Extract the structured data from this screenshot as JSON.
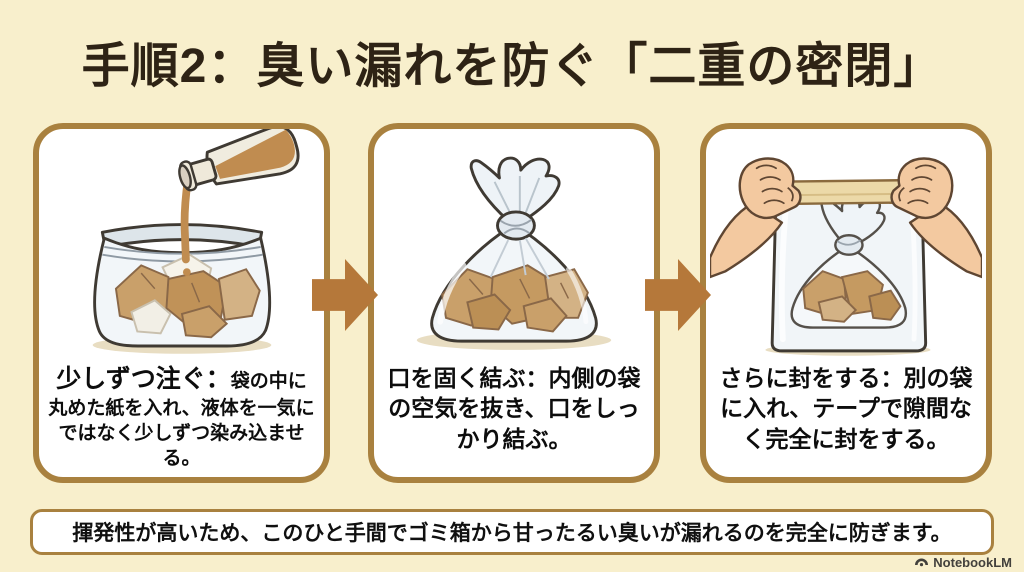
{
  "title": "手順2：臭い漏れを防ぐ「二重の密閉」",
  "colors": {
    "background": "#f8efcc",
    "panel_border": "#a9813f",
    "panel_background": "#ffffff",
    "arrow": "#b5783a",
    "title_text": "#2e2315",
    "caption_text": "#0d0d0d",
    "paper_brown": "#c9a06a",
    "liquid_brown": "#c08c50",
    "skin": "#f3c9a0",
    "tape": "#ecd9a8"
  },
  "steps": [
    {
      "illustration": "bottle-pouring-liquid-into-ziplock-bag-with-crumpled-paper",
      "lead": "少しずつ注ぐ：",
      "body": "袋の中に丸めた紙を入れ、液体を一気にではなく少しずつ染み込ませる。"
    },
    {
      "illustration": "inner-bag-tied-with-tight-knot",
      "lead": "口を固く結ぶ：",
      "body": "内側の袋の空気を抜き、口をしっかり結ぶ。"
    },
    {
      "illustration": "hands-sealing-outer-bag-with-tape",
      "lead": "さらに封をする：",
      "body": "別の袋に入れ、テープで隙間なく完全に封をする。"
    }
  ],
  "footer": {
    "note": "揮発性が高いため、このひと手間でゴミ箱から甘ったるい臭いが漏れるのを完全に防ぎます。"
  },
  "watermark": {
    "label": "NotebookLM",
    "icon": "notebooklm-logo"
  }
}
